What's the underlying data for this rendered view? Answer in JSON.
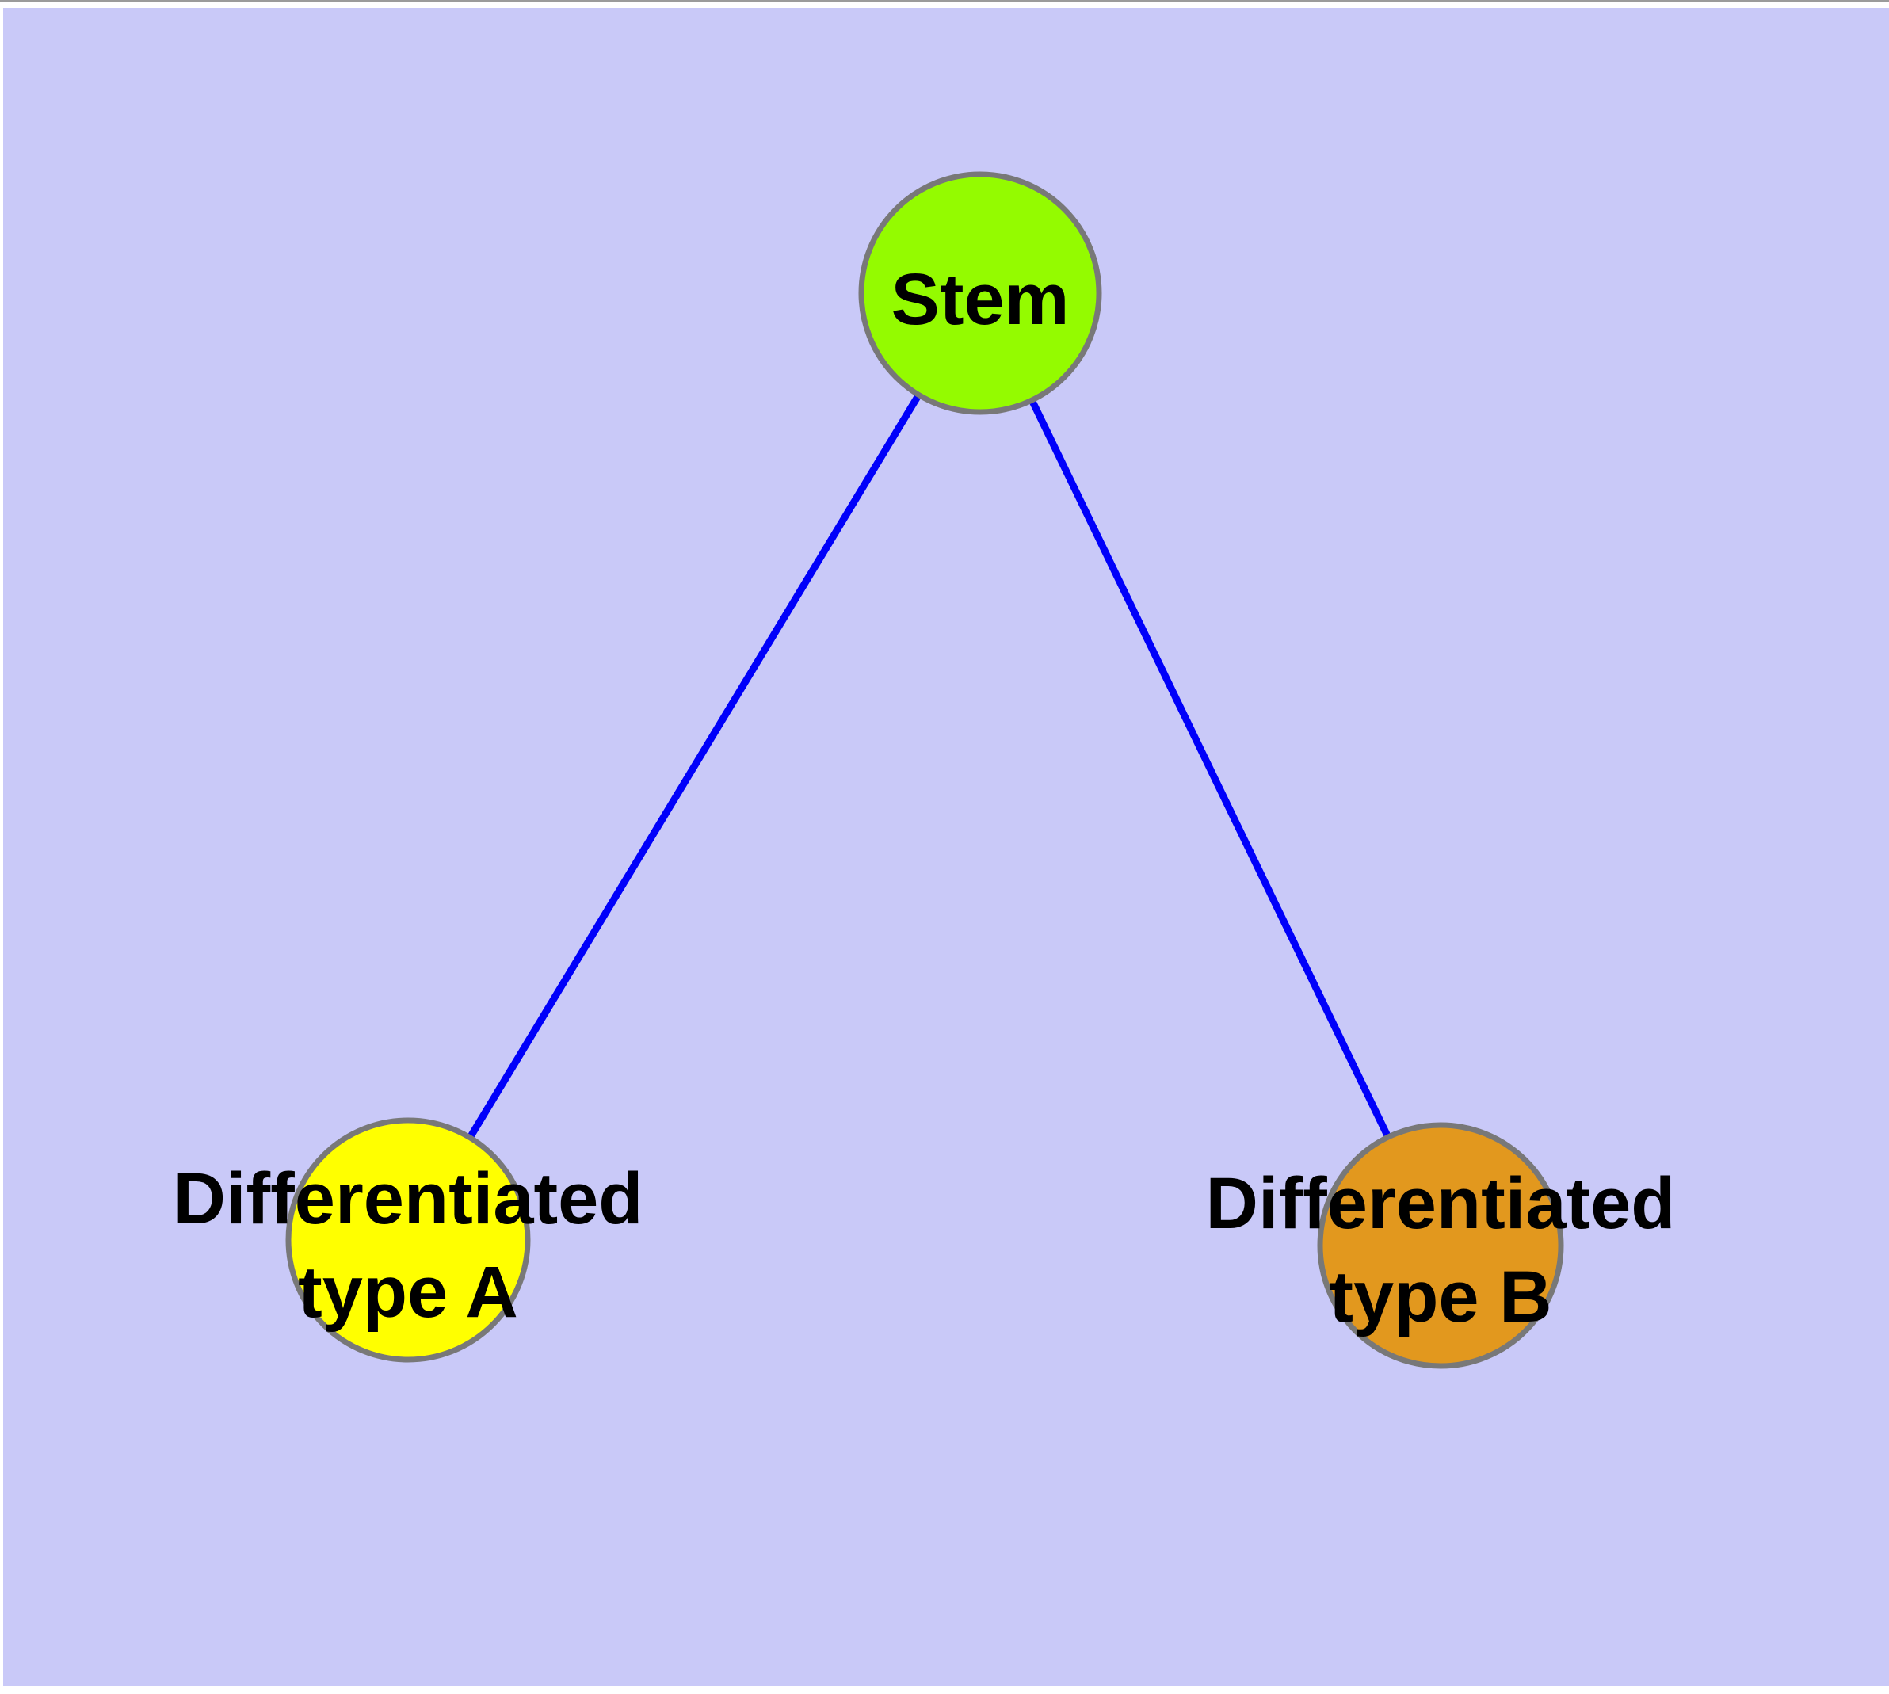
{
  "page": {
    "background_color": "#FFFFFF",
    "canvas_background_color": "#C9C9F8",
    "top_border_color": "#9B9B9B"
  },
  "diagram": {
    "type": "node-link-graph",
    "description": "Stem cell differentiation tree: one stem node with two differentiated daughter types",
    "edge_color": "#0000FA",
    "node_border_color": "#787878",
    "label_color": "#000000",
    "nodes": [
      {
        "id": "stem",
        "label": "Stem",
        "fill": "#94FB00",
        "shape": "circle"
      },
      {
        "id": "differentiated-type-a",
        "label_line1": "Differentiated",
        "label_line2": "type A",
        "fill": "#FFFF00",
        "shape": "circle"
      },
      {
        "id": "differentiated-type-b",
        "label_line1": "Differentiated",
        "label_line2": "type B",
        "fill": "#E2981E",
        "shape": "circle"
      }
    ],
    "edges": [
      {
        "from": "stem",
        "to": "differentiated-type-a"
      },
      {
        "from": "stem",
        "to": "differentiated-type-b"
      }
    ]
  }
}
